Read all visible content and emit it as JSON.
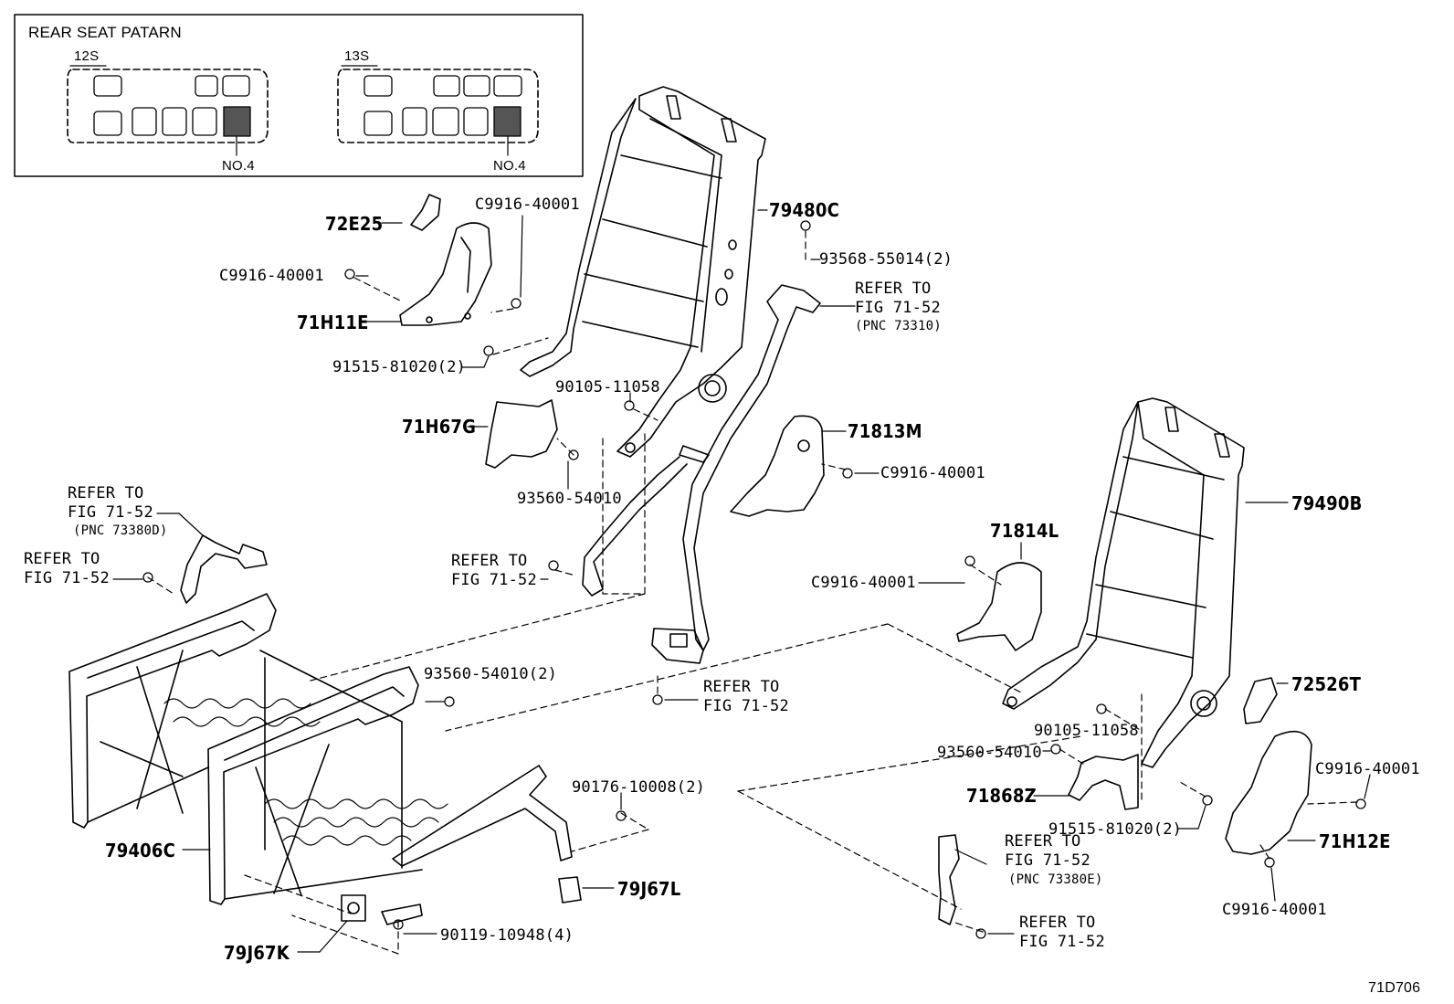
{
  "pattern_box": {
    "title": "REAR SEAT PATARN",
    "layouts": [
      {
        "name": "12S",
        "highlight": "NO.4"
      },
      {
        "name": "13S",
        "highlight": "NO.4"
      }
    ]
  },
  "parts": {
    "p72E25": "72E25",
    "p71H11E": "71H11E",
    "p71H67G": "71H67G",
    "p79480C": "79480C",
    "p71813M": "71813M",
    "p79490B": "79490B",
    "p71814L": "71814L",
    "p72526T": "72526T",
    "p71868Z": "71868Z",
    "p71H12E": "71H12E",
    "p79406C": "79406C",
    "p79J67L": "79J67L",
    "p79J67K": "79J67K"
  },
  "fasteners": {
    "c9916_a": "C9916-40001",
    "c9916_b": "C9916-40001",
    "c9916_c": "C9916-40001",
    "c9916_d": "C9916-40001",
    "c9916_e": "C9916-40001",
    "c9916_f": "C9916-40001",
    "f93568": "93568-55014(2)",
    "f91515_a": "91515-81020(2)",
    "f91515_b": "91515-81020(2)",
    "f90105_a": "90105-11058",
    "f90105_b": "90105-11058",
    "f93560_a": "93560-54010",
    "f93560_b": "93560-54010(2)",
    "f93560_c": "93560-54010",
    "f90176": "90176-10008(2)",
    "f90119": "90119-10948(4)"
  },
  "references": {
    "refer_to": "REFER TO",
    "fig": "FIG 71-52",
    "pnc_73310": "(PNC 73310)",
    "pnc_73380D": "(PNC 73380D)",
    "pnc_73380E": "(PNC 73380E)"
  },
  "figure_id": "71D706"
}
